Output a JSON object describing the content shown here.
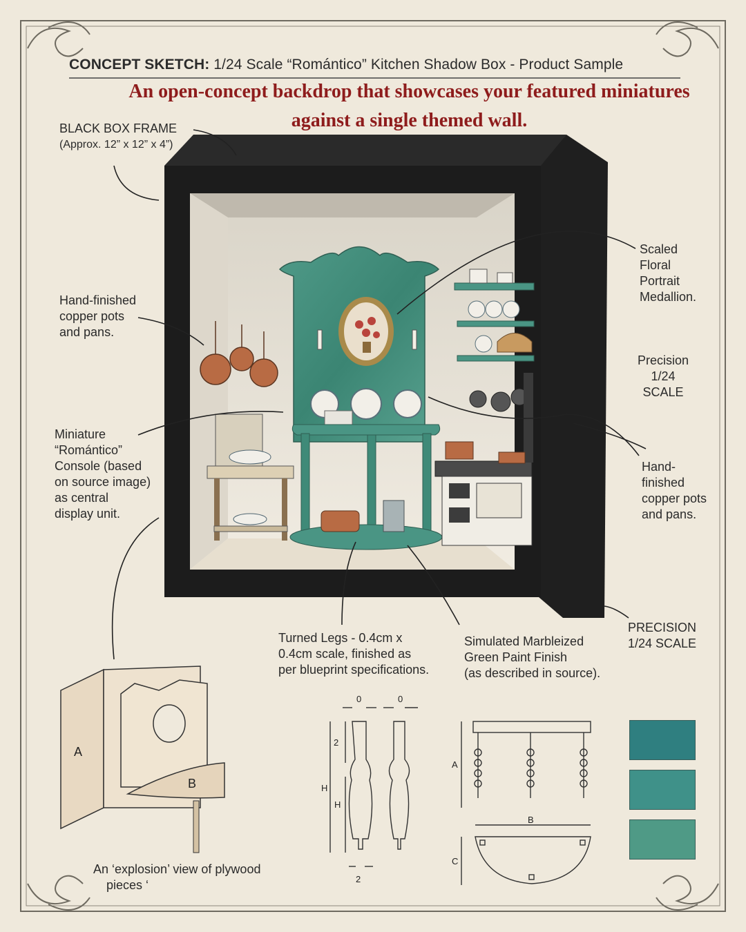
{
  "header": {
    "bold": "CONCEPT SKETCH:",
    "rest": "1/24 Scale “Romántico” Kitchen Shadow Box - Product Sample"
  },
  "tagline": "An open-concept backdrop that showcases your featured miniatures against a single themed wall.",
  "callouts": {
    "frame_1": "BLACK BOX FRAME",
    "frame_2": "(Approx. 12” x 12” x 4”)",
    "pots_left_1": "Hand-finished",
    "pots_left_2": "copper pots",
    "pots_left_3": "and pans.",
    "console_1": "Miniature",
    "console_2": "“Romántico”",
    "console_3": "Console (based",
    "console_4": "on source image)",
    "console_5": "as central",
    "console_6": "display unit.",
    "medallion_1": "Scaled",
    "medallion_2": "Floral",
    "medallion_3": "Portrait",
    "medallion_4": "Medallion.",
    "precision_1": "Precision",
    "precision_2": "1/24",
    "precision_3": "SCALE",
    "pots_right_1": "Hand-",
    "pots_right_2": "finished",
    "pots_right_3": "copper pots",
    "pots_right_4": "and pans.",
    "legs_1": "Turned Legs - 0.4cm x",
    "legs_2": "0.4cm scale, finished as",
    "legs_3": "per blueprint specifications.",
    "marble_1": "Simulated Marbleized",
    "marble_2": "Green Paint Finish",
    "marble_3": "(as described in source).",
    "precision_b1": "PRECISION",
    "precision_b2": "1/24 SCALE",
    "explosion_1": "An ‘explosion’ view of plywood",
    "explosion_2": "pieces ‘"
  },
  "explode_labels": {
    "a": "A",
    "b": "B"
  },
  "dims": {
    "zero_left": "0",
    "zero_right": "0",
    "two_top": "2",
    "two_bottom": "2",
    "h_outer": "H",
    "h_inner": "H",
    "a": "A",
    "b": "B",
    "c": "C"
  },
  "swatch_colors": [
    "#2f7f80",
    "#3f9189",
    "#4f9a86"
  ],
  "colors": {
    "frame": "#1c1c1c",
    "marble": "#3e8a7a",
    "copper": "#b86b44",
    "tagline": "#8e1c1c",
    "paper": "#efe9dc"
  }
}
